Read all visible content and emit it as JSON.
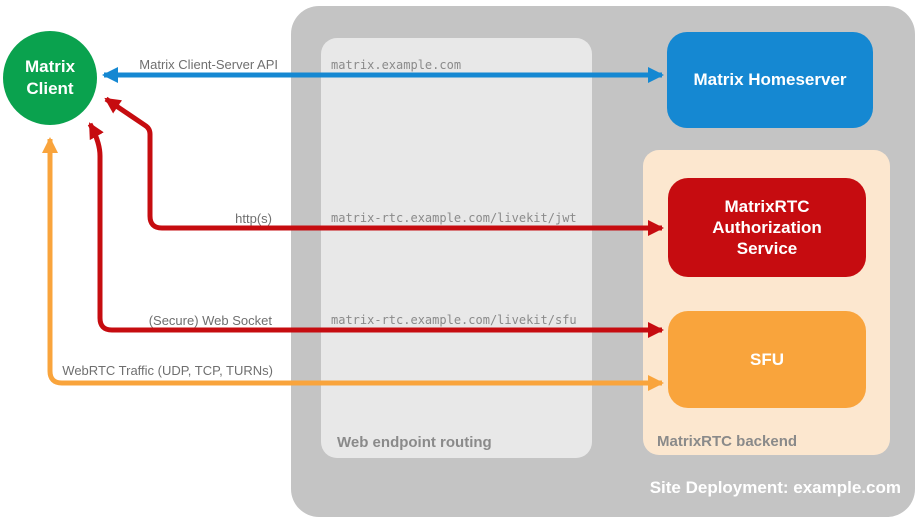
{
  "colors": {
    "site_bg": "#c4c4c4",
    "routing_bg": "#e8e8e8",
    "backend_bg": "#fce7cf",
    "homeserver_blue": "#1588d2",
    "auth_red": "#c60c10",
    "sfu_orange": "#f9a43c",
    "client_green": "#0aa24e",
    "edge_label_gray": "#6f6f6f",
    "caption_gray": "#8a8a8a"
  },
  "containers": {
    "site": {
      "label": "Site Deployment: example.com"
    },
    "routing": {
      "label": "Web endpoint routing"
    },
    "backend": {
      "label": "MatrixRTC backend"
    }
  },
  "nodes": {
    "client": {
      "label": "Matrix Client"
    },
    "homeserver": {
      "label": "Matrix Homeserver"
    },
    "auth_service": {
      "label": "MatrixRTC Authorization Service"
    },
    "sfu": {
      "label": "SFU"
    }
  },
  "edges": {
    "client_server_api": {
      "label": "Matrix Client-Server API",
      "endpoint": "matrix.example.com"
    },
    "https": {
      "label": "http(s)",
      "endpoint": "matrix-rtc.example.com/livekit/jwt"
    },
    "websocket": {
      "label": "(Secure) Web Socket",
      "endpoint": "matrix-rtc.example.com/livekit/sfu"
    },
    "webrtc": {
      "label": "WebRTC Traffic (UDP, TCP, TURNs)"
    }
  }
}
